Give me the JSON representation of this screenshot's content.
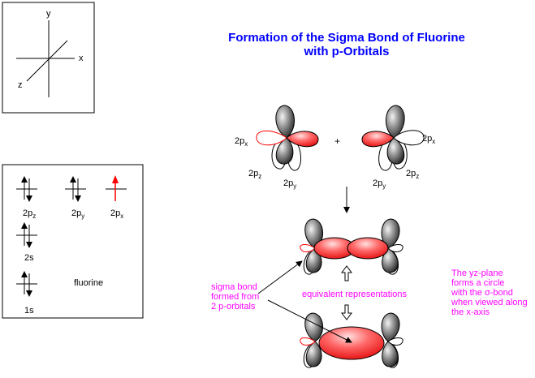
{
  "title": {
    "line1": "Formation of the Sigma Bond of Fluorine",
    "line2": "with p-Orbitals"
  },
  "axes": {
    "x": "x",
    "y": "y",
    "z": "z"
  },
  "electron_config": {
    "levels_2p": [
      {
        "base": "2p",
        "sub": "z",
        "highlight": false
      },
      {
        "base": "2p",
        "sub": "y",
        "highlight": false
      },
      {
        "base": "2p",
        "sub": "x",
        "highlight": true
      }
    ],
    "level_2s": "2s",
    "level_1s": "1s",
    "atom_label": "fluorine"
  },
  "orbital_labels": {
    "left": [
      {
        "base": "2p",
        "sub": "x"
      },
      {
        "base": "2p",
        "sub": "z"
      },
      {
        "base": "2p",
        "sub": "y"
      }
    ],
    "right": [
      {
        "base": "2p",
        "sub": "x"
      },
      {
        "base": "2p",
        "sub": "y"
      },
      {
        "base": "2p",
        "sub": "z"
      }
    ],
    "plus": "+"
  },
  "annotations": {
    "sigma_bond": [
      "sigma bond",
      "formed from",
      "2 p-orbitals"
    ],
    "equivalent": "equivalent representations",
    "yz_plane": [
      "The yz-plane",
      "forms a circle",
      "with the σ-bond",
      "when viewed along",
      "the x-axis"
    ]
  },
  "colors": {
    "title": "#0000ff",
    "annotation": "#ff00ff",
    "sigma": "#ff0000"
  }
}
